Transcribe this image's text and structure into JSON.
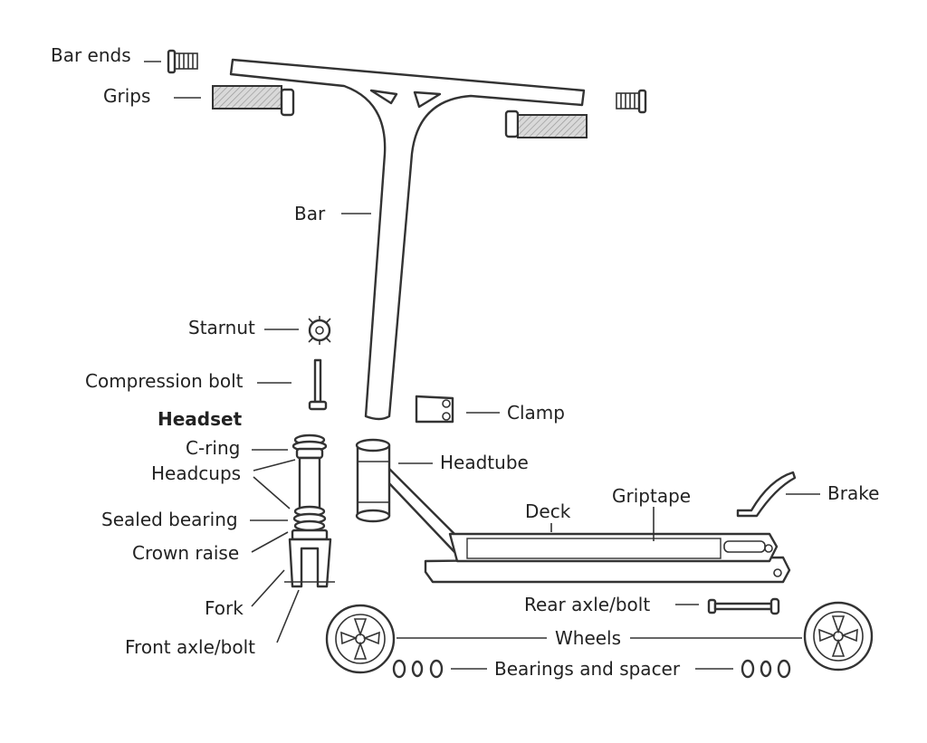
{
  "labels": {
    "bar_ends": "Bar ends",
    "grips": "Grips",
    "bar": "Bar",
    "starnut": "Starnut",
    "compression_bolt": "Compression bolt",
    "headset": "Headset",
    "c_ring": "C-ring",
    "headcups": "Headcups",
    "sealed_bearing": "Sealed bearing",
    "crown_raise": "Crown raise",
    "fork": "Fork",
    "front_axle_bolt": "Front axle/bolt",
    "clamp": "Clamp",
    "headtube": "Headtube",
    "deck": "Deck",
    "griptape": "Griptape",
    "brake": "Brake",
    "rear_axle_bolt": "Rear axle/bolt",
    "wheels": "Wheels",
    "bearings_spacer": "Bearings and spacer"
  },
  "colors": {
    "line": "#333333",
    "grip_fill": "#d9d9d9",
    "background": "#ffffff"
  }
}
